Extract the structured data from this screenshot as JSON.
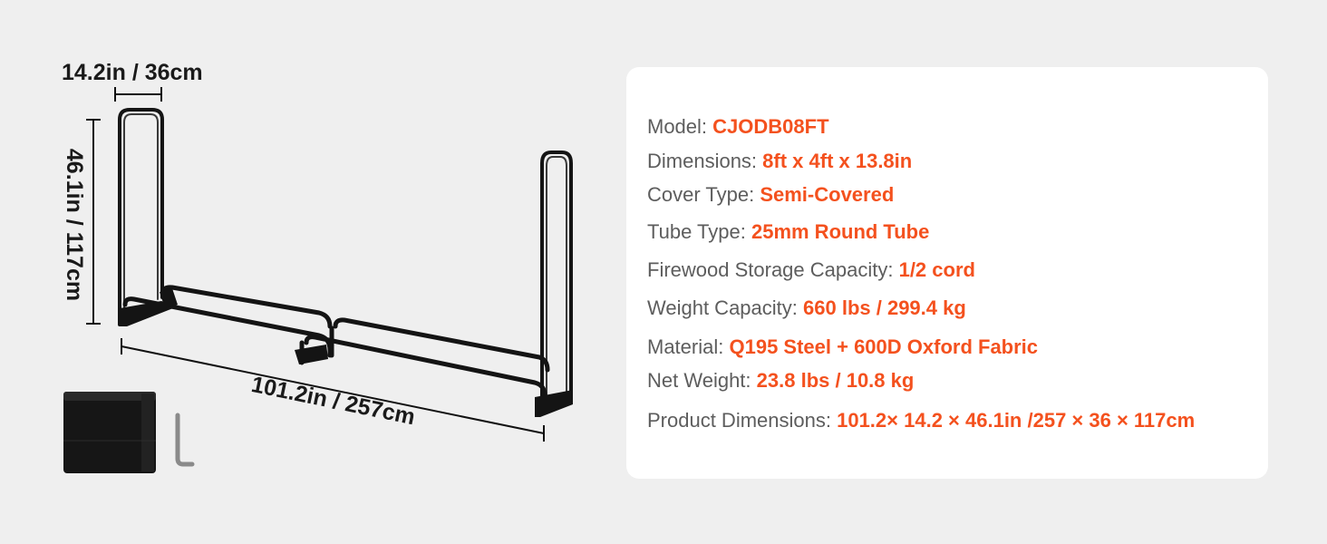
{
  "colors": {
    "background": "#efefef",
    "card": "#ffffff",
    "label": "#5d5d5d",
    "accent": "#f4511e",
    "frame": "#141414"
  },
  "dimensions": {
    "depth": "14.2in / 36cm",
    "height": "46.1in / 117cm",
    "length": "101.2in / 257cm"
  },
  "accessories": {
    "cover_icon": "folded-cover-icon",
    "tool_icon": "hex-key-icon"
  },
  "specs": [
    {
      "label": "Model: ",
      "value": "CJODB08FT"
    },
    {
      "label": "Dimensions: ",
      "value": "8ft x 4ft x 13.8in"
    },
    {
      "label": "Cover Type: ",
      "value": "Semi-Covered"
    },
    {
      "label": "Tube Type:  ",
      "value": "25mm Round Tube"
    },
    {
      "label": "Firewood Storage Capacity:  ",
      "value": "1/2 cord"
    },
    {
      "label": "Weight Capacity: ",
      "value": "660 lbs / 299.4 kg"
    },
    {
      "label": "Material: ",
      "value": "Q195 Steel + 600D Oxford Fabric"
    },
    {
      "label": "Net Weight:  ",
      "value": "23.8 lbs / 10.8 kg"
    },
    {
      "label": "Product Dimensions:  ",
      "value": "101.2× 14.2 × 46.1in /257 × 36 × 117cm"
    }
  ]
}
